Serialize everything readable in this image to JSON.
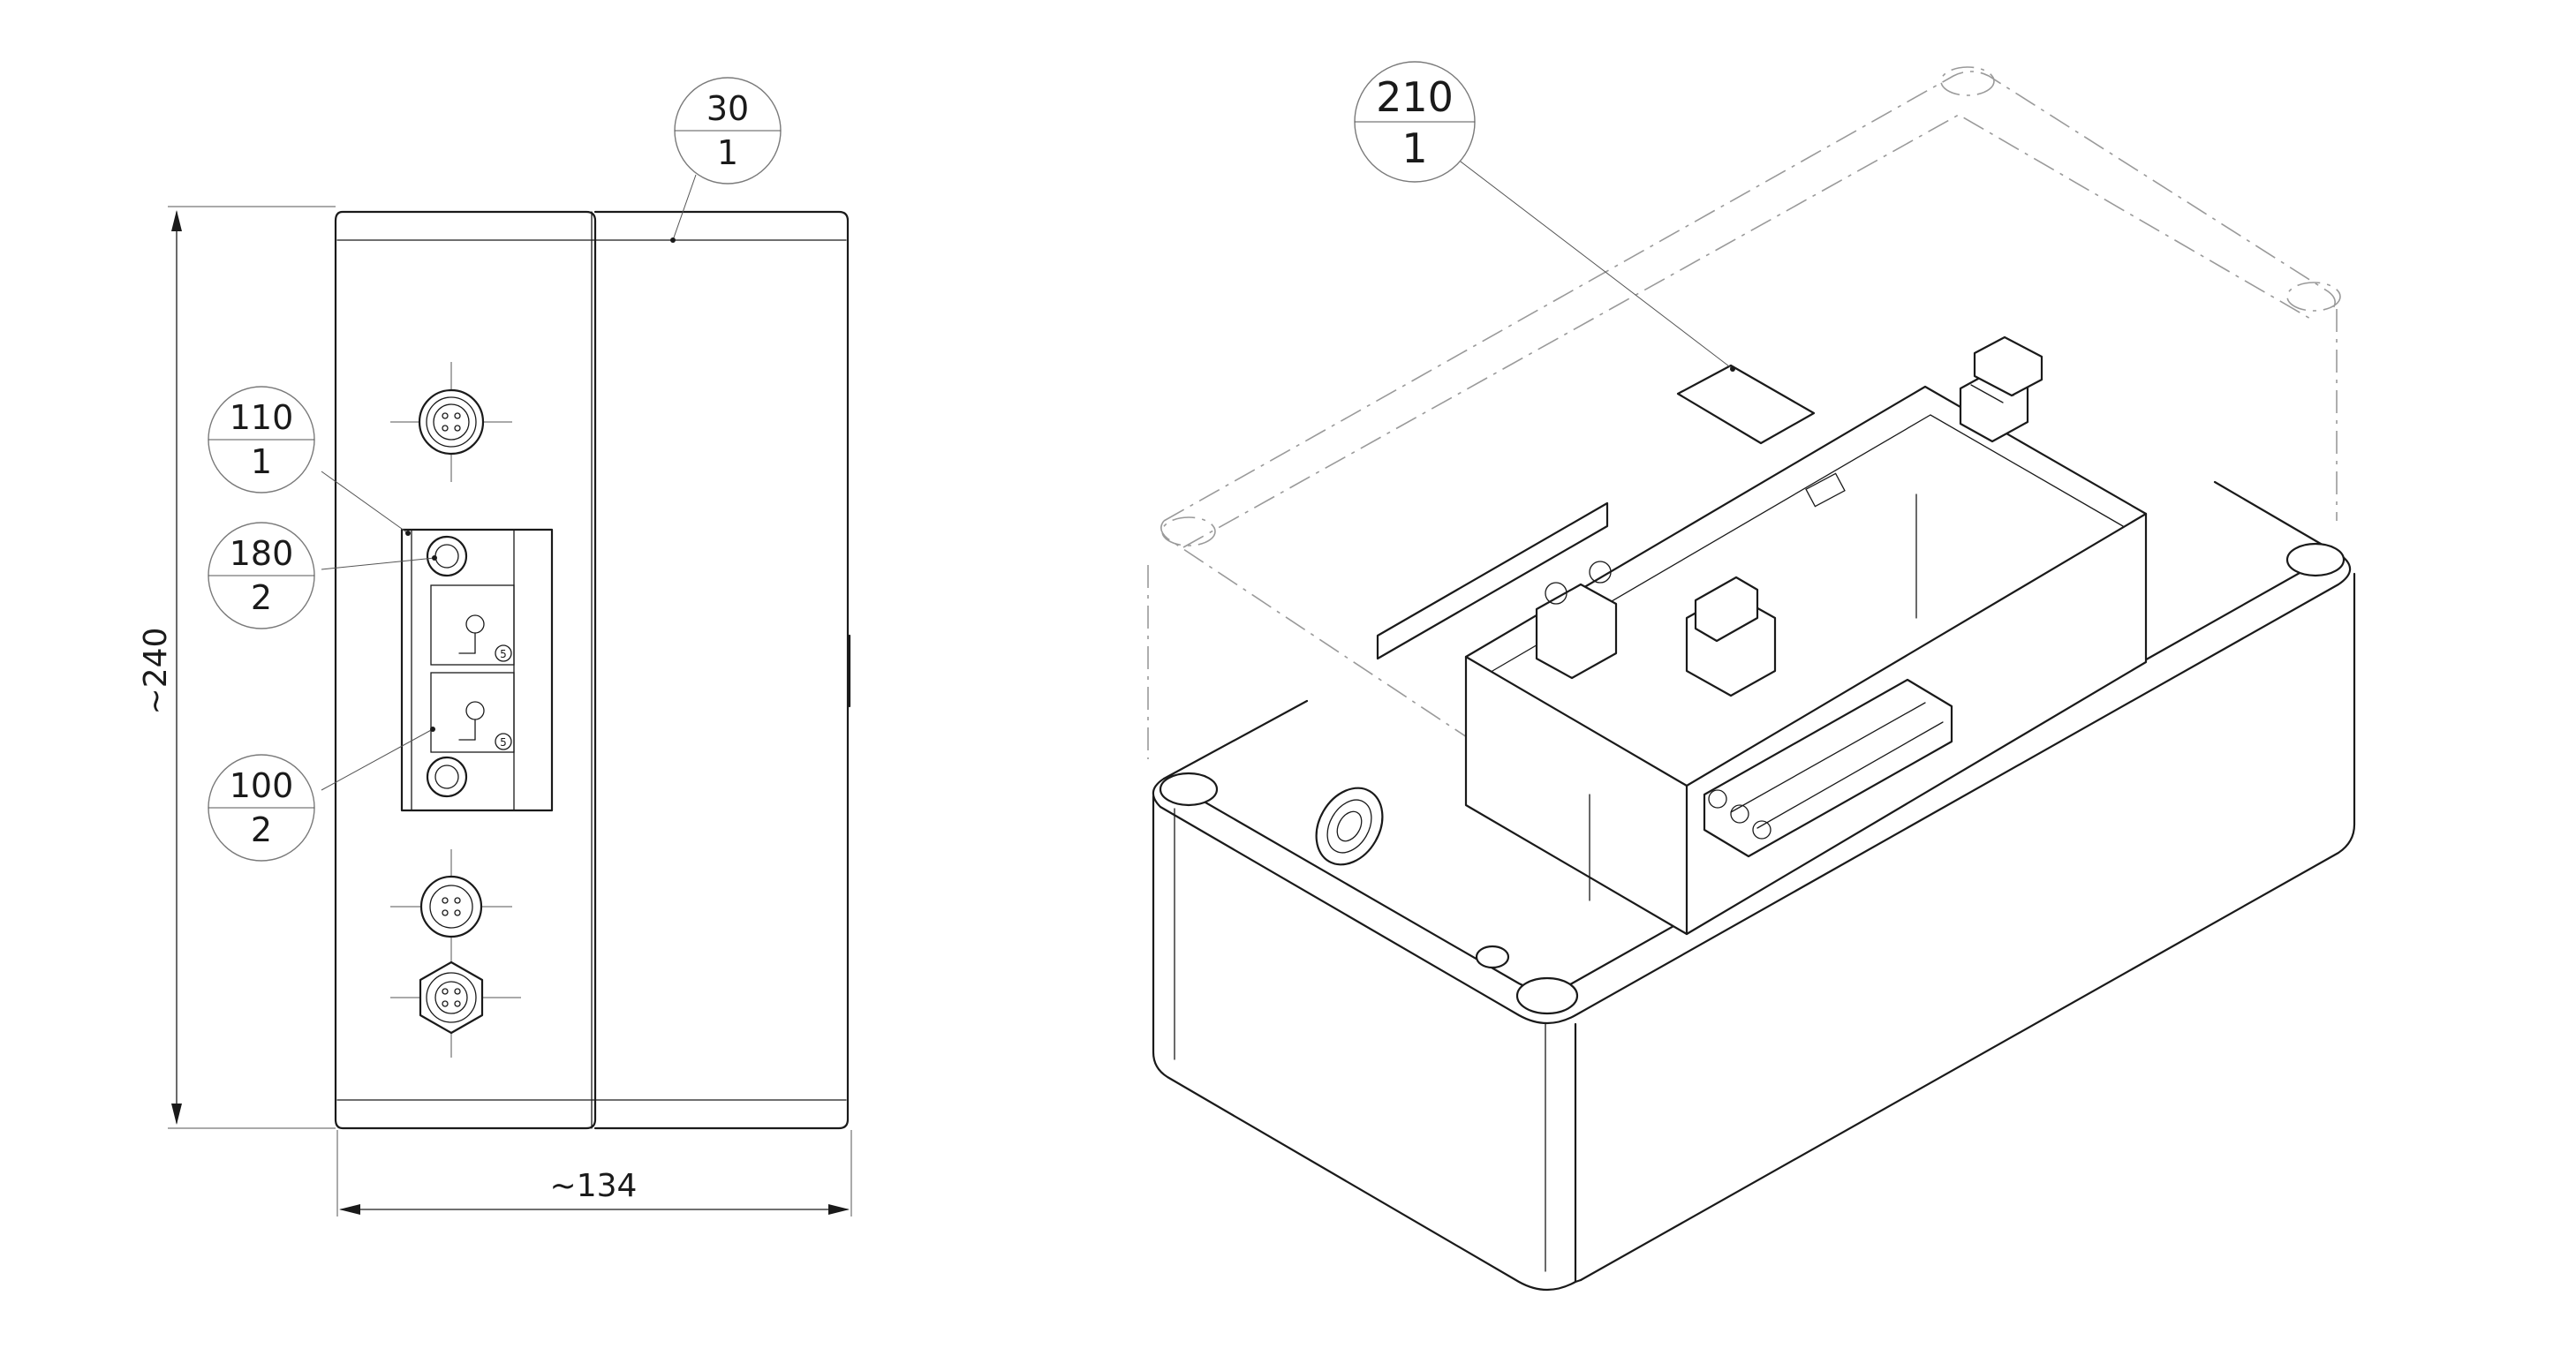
{
  "dimensions": {
    "height": "~240",
    "width": "~134"
  },
  "balloons": [
    {
      "id": "b30",
      "item": "30",
      "qty": "1"
    },
    {
      "id": "b110",
      "item": "110",
      "qty": "1"
    },
    {
      "id": "b180",
      "item": "180",
      "qty": "2"
    },
    {
      "id": "b100",
      "item": "100",
      "qty": "2"
    },
    {
      "id": "b210",
      "item": "210",
      "qty": "1"
    }
  ],
  "panel_marks": {
    "upper_socket": "5",
    "lower_socket": "5"
  },
  "colors": {
    "line": "#1a1a1a",
    "ghost": "#9a9a9a",
    "background": "#ffffff"
  }
}
